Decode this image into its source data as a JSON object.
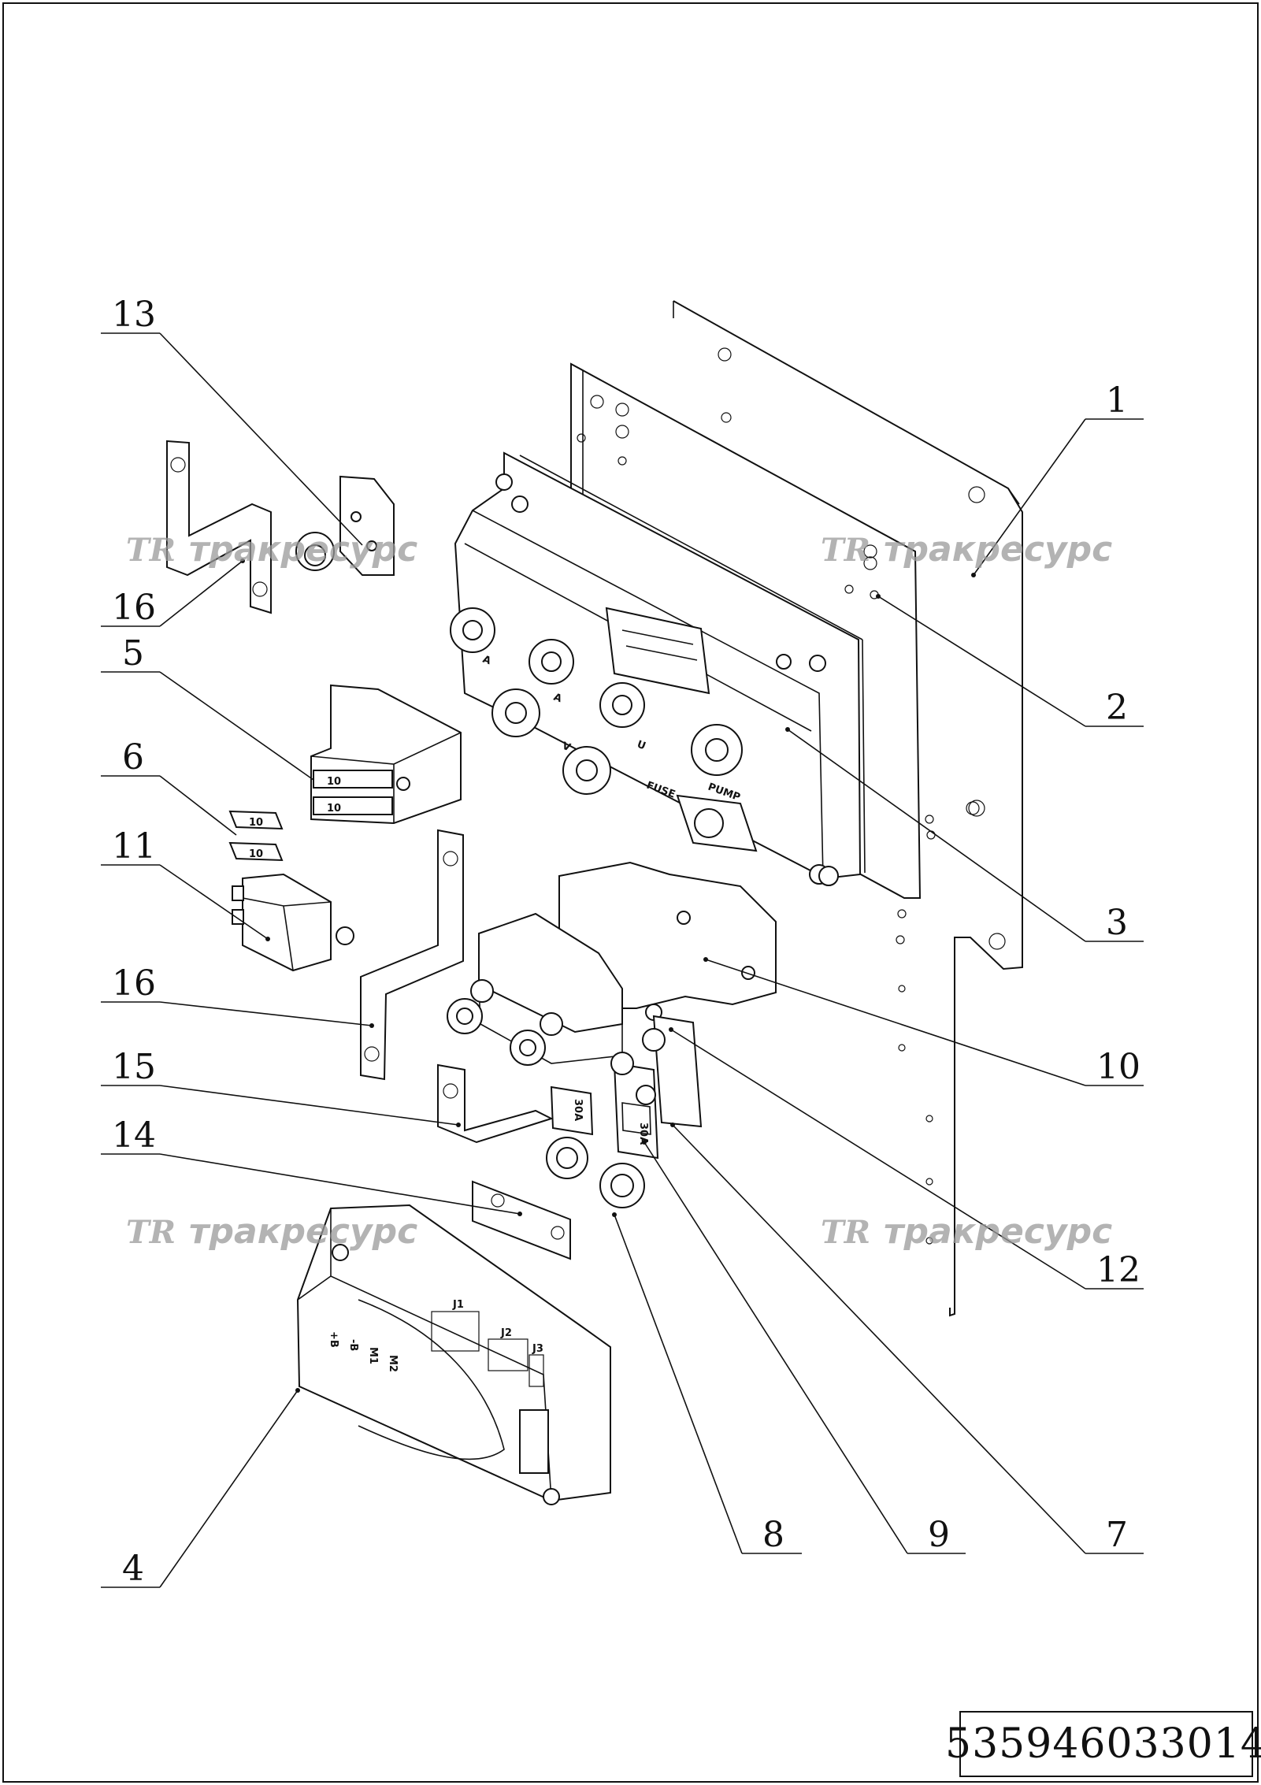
{
  "drawing": {
    "part_number": "535946033014",
    "watermark": "тракресурс",
    "watermark_logo": "TR"
  },
  "callouts": [
    {
      "id": "1",
      "label": "1"
    },
    {
      "id": "2",
      "label": "2"
    },
    {
      "id": "3",
      "label": "3"
    },
    {
      "id": "4",
      "label": "4"
    },
    {
      "id": "5",
      "label": "5"
    },
    {
      "id": "6",
      "label": "6"
    },
    {
      "id": "7",
      "label": "7"
    },
    {
      "id": "8",
      "label": "8"
    },
    {
      "id": "9",
      "label": "9"
    },
    {
      "id": "10",
      "label": "10"
    },
    {
      "id": "11",
      "label": "11"
    },
    {
      "id": "12",
      "label": "12"
    },
    {
      "id": "13",
      "label": "13"
    },
    {
      "id": "14",
      "label": "14"
    },
    {
      "id": "15",
      "label": "15"
    },
    {
      "id": "16a",
      "label": "16"
    },
    {
      "id": "16b",
      "label": "16"
    }
  ],
  "part_labels": {
    "terminal_a1": "A",
    "terminal_a2": "A",
    "terminal_u": "U",
    "terminal_v": "V",
    "pump": "PUMP",
    "fuse": "FUSE",
    "fuse_label_1": "10",
    "fuse_label_2": "10",
    "blade_fuse_1": "10",
    "blade_fuse_2": "10",
    "strip_fuse_1": "30A",
    "strip_fuse_2": "30A",
    "pin_b_plus": "+B",
    "pin_b_minus": "-B",
    "pin_m1": "M1",
    "pin_m2": "M2",
    "port_j1": "J1",
    "port_j2": "J2",
    "port_j3": "J3"
  }
}
